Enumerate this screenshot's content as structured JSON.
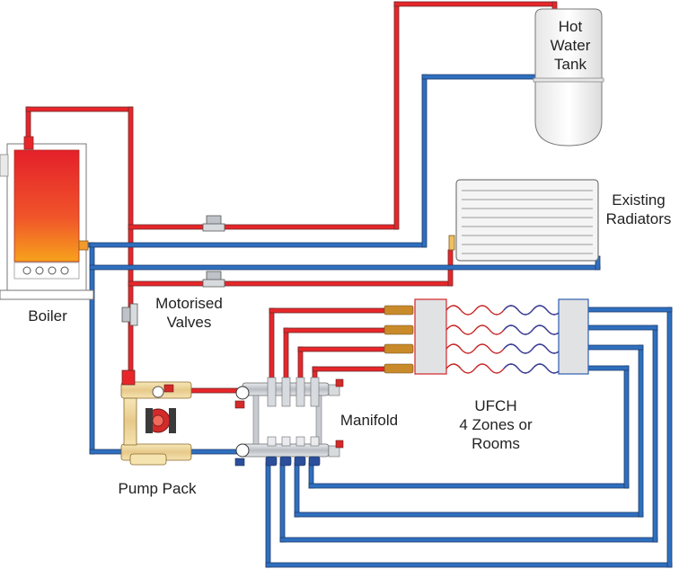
{
  "colors": {
    "flow": "#e8262a",
    "return": "#2f6fbf",
    "outline": "#555555",
    "metal": "#c9ccd1",
    "brass": "#c9a24a"
  },
  "labels": {
    "tank_line1": "Hot",
    "tank_line2": "Water",
    "tank_line3": "Tank",
    "radiators_line1": "Existing",
    "radiators_line2": "Radiators",
    "boiler": "Boiler",
    "valves_line1": "Motorised",
    "valves_line2": "Valves",
    "ufch_line1": "UFCH",
    "ufch_line2": "4 Zones or",
    "ufch_line3": "Rooms",
    "manifold": "Manifold",
    "pump_pack": "Pump Pack"
  }
}
